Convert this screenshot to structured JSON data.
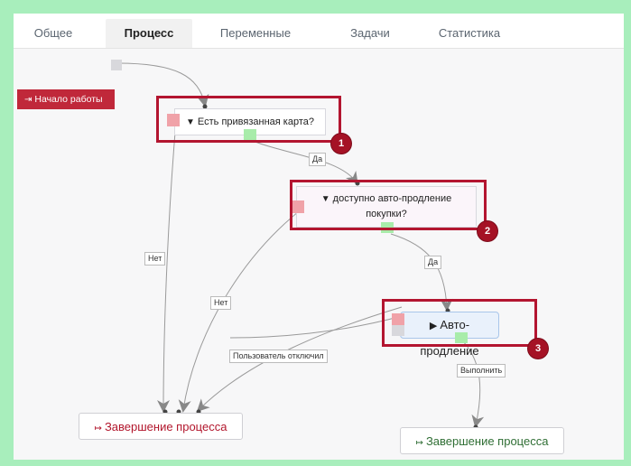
{
  "tabs": [
    {
      "label": "Общее",
      "active": false
    },
    {
      "label": "Процесс",
      "active": true
    },
    {
      "label": "Переменные",
      "active": false
    },
    {
      "label": "Задачи",
      "active": false
    },
    {
      "label": "Статистика",
      "active": false
    }
  ],
  "flow": {
    "start_label": "Начало работы",
    "condition_1": "Есть привязанная карта?",
    "condition_2_line1": "доступно авто-продление",
    "condition_2_line2": "покупки?",
    "action": "Авто-продление",
    "end_fail": "Завершение процесса",
    "end_success": "Завершение процесса"
  },
  "links": {
    "yes_1": "Да",
    "yes_2": "Да",
    "no_1": "Нет",
    "no_2": "Нет",
    "user_disabled": "Пользователь отключил",
    "done": "Выполнить"
  },
  "badges": [
    "1",
    "2",
    "3"
  ],
  "colors": {
    "start": "#c0283a",
    "highlight": "#b31530",
    "port_red": "#f0a2a8",
    "port_green": "#a8ecaa",
    "action_fill": "#e9f1fb"
  },
  "icons": {
    "start": "sign-in-icon",
    "condition": "filter-icon",
    "action": "play-icon",
    "end_fail": "sign-out-icon",
    "end_success": "sign-out-icon"
  }
}
